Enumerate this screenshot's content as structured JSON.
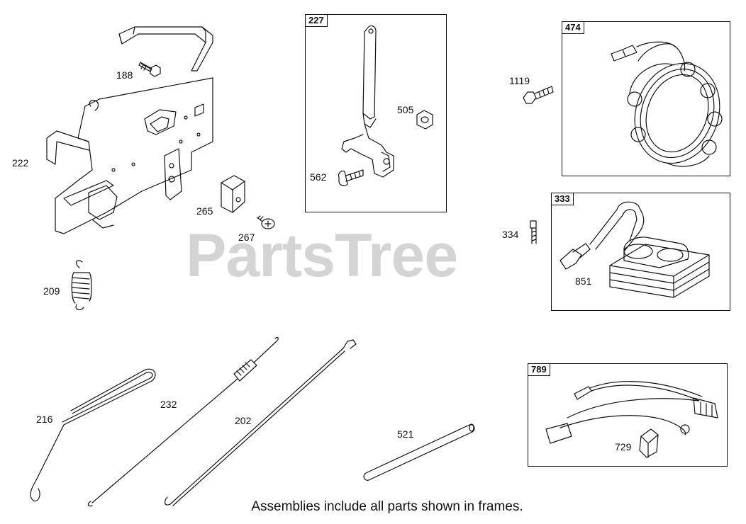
{
  "watermark": "PartsTree",
  "footer_note": "Assemblies include all parts shown in frames.",
  "frames": {
    "f227": "227",
    "f474": "474",
    "f333": "333",
    "f789": "789"
  },
  "parts": {
    "p188": "188",
    "p222": "222",
    "p265": "265",
    "p267": "267",
    "p209": "209",
    "p562": "562",
    "p505": "505",
    "p1119": "1119",
    "p334": "334",
    "p851": "851",
    "p216": "216",
    "p232": "232",
    "p202": "202",
    "p521": "521",
    "p729": "729"
  },
  "colors": {
    "line": "#111111",
    "watermark": "#d4d4d4",
    "background": "#ffffff"
  }
}
